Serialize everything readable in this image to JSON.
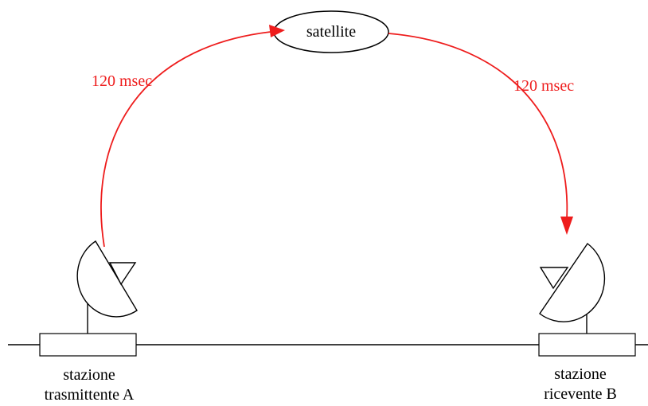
{
  "satellite": {
    "label": "satellite"
  },
  "links": {
    "uplink_delay": "120 msec",
    "downlink_delay": "120 msec"
  },
  "stations": {
    "transmitter": {
      "line1": "stazione",
      "line2": "trasmittente A"
    },
    "receiver": {
      "line1": "stazione",
      "line2": "ricevente B"
    }
  },
  "colors": {
    "signal": "#ee1c1c",
    "outline": "#000000"
  }
}
